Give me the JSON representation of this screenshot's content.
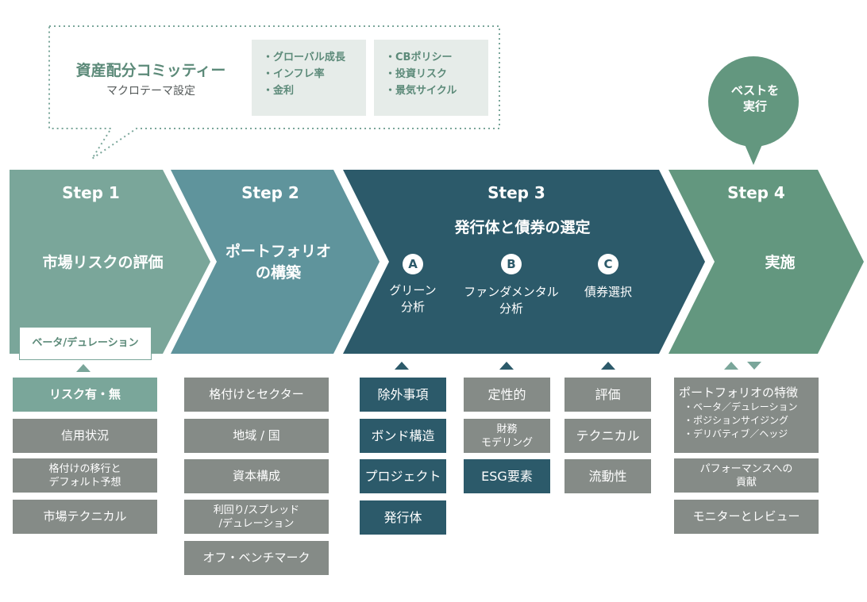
{
  "committee": {
    "title": "資産配分コミッティー",
    "subtitle": "マクロテーマ設定",
    "factors_left": [
      "・グローバル成長",
      "・インフレ率",
      "・金利"
    ],
    "factors_right": [
      "・CBポリシー",
      "・投資リスク",
      "・景気サイクル"
    ]
  },
  "best": {
    "line1": "ベストを",
    "line2": "実行"
  },
  "steps": [
    {
      "label": "Step 1",
      "title": "市場リスクの評価",
      "tab": "ベータ/デュレーション"
    },
    {
      "label": "Step 2",
      "title_line1": "ポートフォリオ",
      "title_line2": "の構築"
    },
    {
      "label": "Step 3",
      "title": "発行体と債券の選定",
      "subs": [
        {
          "badge": "A",
          "line1": "グリーン",
          "line2": "分析"
        },
        {
          "badge": "B",
          "line1": "ファンダメンタル",
          "line2": "分析"
        },
        {
          "badge": "C",
          "line1": "債券選択",
          "line2": ""
        }
      ]
    },
    {
      "label": "Step 4",
      "title": "実施"
    }
  ],
  "step1_boxes": [
    {
      "line1": "リスク有・無",
      "line2": ""
    },
    {
      "line1": "信用状況",
      "line2": ""
    },
    {
      "line1": "格付けの移行と",
      "line2": "デフォルト予想"
    },
    {
      "line1": "市場テクニカル",
      "line2": ""
    }
  ],
  "step2_boxes": [
    {
      "line1": "格付けとセクター",
      "line2": ""
    },
    {
      "line1": "地域 / 国",
      "line2": ""
    },
    {
      "line1": "資本構成",
      "line2": ""
    },
    {
      "line1": "利回り/スプレッド",
      "line2": "/デュレーション"
    },
    {
      "line1": "オフ・ベンチマーク",
      "line2": ""
    }
  ],
  "step3a_boxes": [
    "除外事項",
    "ボンド構造",
    "プロジェクト",
    "発行体"
  ],
  "step3b_boxes": [
    {
      "line1": "定性的",
      "line2": ""
    },
    {
      "line1": "財務",
      "line2": "モデリング"
    },
    {
      "line1": "ESG要素",
      "line2": ""
    }
  ],
  "step3c_boxes": [
    "評価",
    "テクニカル",
    "流動性"
  ],
  "step4": {
    "feature_title": "ポートフォリオの特徴",
    "feature_items": [
      "・ベータ／デュレーション",
      "・ポジションサイジング",
      "・デリバティブ／ヘッジ"
    ],
    "box2_line1": "パフォーマンスへの",
    "box2_line2": "貢献",
    "box3": "モニターとレビュー"
  },
  "colors": {
    "step1": "#7aa69a",
    "step2": "#5f949c",
    "step3": "#2c5a6a",
    "step4": "#63977f",
    "grey": "#858b87",
    "accent": "#5c8a79"
  }
}
